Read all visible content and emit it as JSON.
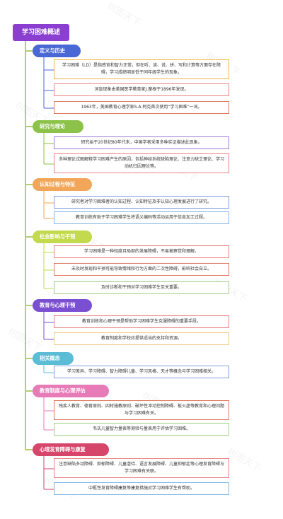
{
  "title": "学习困难概述",
  "watermark": "树图天下",
  "colors": {
    "root": "#8a3fd1",
    "line": "#b3d06a"
  },
  "branches": [
    {
      "label": "定义与历史",
      "color": "#4a67d6",
      "leaves": [
        {
          "text": "学习困难（LD）是指感官和智力正常，但在听、读、说、拼、写和计算等方面存在障碍，学习成绩明显低于同年级学生的现象。",
          "color": "#f2b64f"
        },
        {
          "text": "词盲现象由美国医学教育家J.摩根于1896年发现。",
          "color": "#e98585"
        },
        {
          "text": "1963年，美国教育心理学家S.A.柯克首次使用“学习困难”一词。",
          "color": "#e07a5f"
        }
      ]
    },
    {
      "label": "研究与理论",
      "color": "#8cc24a",
      "leaves": [
        {
          "text": "研究始于20世纪80年代末，中国学者采用多种实证描述此现象。",
          "color": "#a07ad8"
        },
        {
          "text": "多种理论试图解释学习困难产生的原因，包括神经系统缺陷理论、注意力缺乏理论、学习动机归因理论等。",
          "color": "#e98585"
        }
      ]
    },
    {
      "label": "认知过程与特征",
      "color": "#f2a65a",
      "leaves": [
        {
          "text": "研究者对学习困难者的认知过程、认知特征及非认知心理发展进行了研究。",
          "color": "#7fa0e0"
        },
        {
          "text": "教育训练有助于学习困难学生将语义编码等活动运用于信息加工过程。",
          "color": "#7fb8e8"
        }
      ]
    },
    {
      "label": "社会影响与干预",
      "color": "#c3d94e",
      "leaves": [
        {
          "text": "学习困难是一种轻度且局部的发展障碍，不易被察觉和理解。",
          "color": "#e98585"
        },
        {
          "text": "未及时发现和干预可能导致情绪和行为方面的二次性障碍，影响社会自立。",
          "color": "#e07a5f"
        },
        {
          "text": "及时诊断和干预对学习困难学生至关重要。",
          "color": "#9fd08a"
        }
      ]
    },
    {
      "label": "教育与心理干预",
      "color": "#7b4fd1",
      "leaves": [
        {
          "text": "教育训练和心理干预是帮助学习困难学生克服障碍的重要手段。",
          "color": "#e98585"
        },
        {
          "text": "教育制度和学校应提供适当的支持和资源。",
          "color": "#f2c98a"
        }
      ]
    },
    {
      "label": "相关概念",
      "color": "#5bbcd6",
      "leaves": [
        {
          "text": "学习差异、学习障碍、智力障碍儿童、学习风格、天才等概念与学习困难相关。",
          "color": "#7fa0e0"
        }
      ]
    },
    {
      "label": "教育制度与心理评估",
      "color": "#e67bb8",
      "leaves": [
        {
          "text": "残疾人教育、德育原则、四材施教原则、破坏性冲动控制障碍、板火虚等教育和心理问题与学习困难有关。",
          "color": "#e07a5f"
        },
        {
          "text": "韦氏儿童智力量表等测验与量表用于评估学习困难。",
          "color": "#9fd08a"
        }
      ]
    },
    {
      "label": "心理发育障碍与康复",
      "color": "#d6456a",
      "leaves": [
        {
          "text": "注意缺陷多动障碍、抑郁障碍、儿童虐待、语言发展障碍、儿童抑郁症等心理发育障碍与学习困难有关联。",
          "color": "#e98585"
        },
        {
          "text": "中枢性发育障碍康复等康复措施对学习困难学生有帮助。",
          "color": "#7fb8e8"
        }
      ]
    }
  ]
}
